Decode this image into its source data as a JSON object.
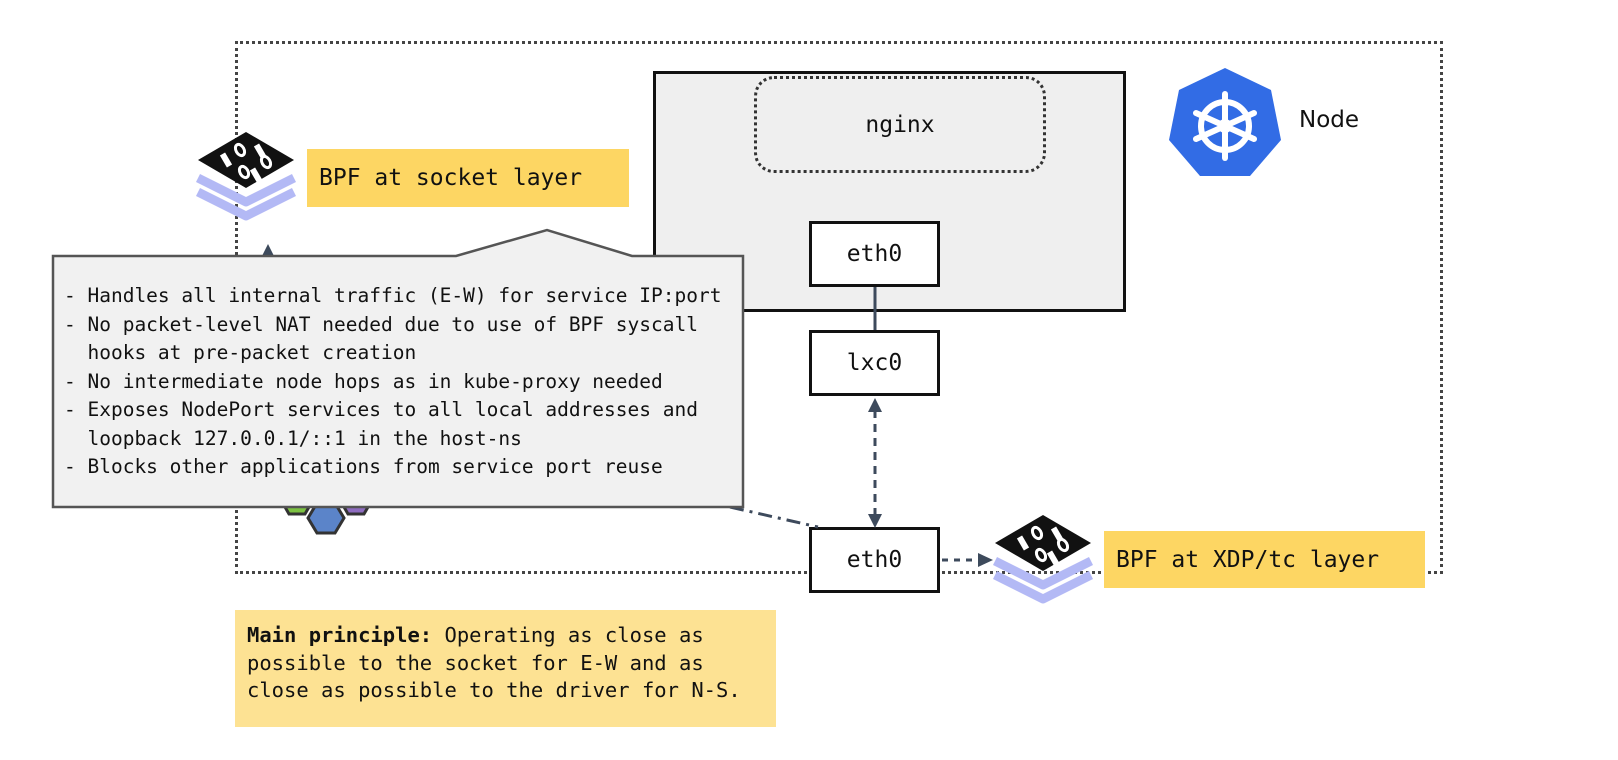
{
  "node": {
    "label": "Node"
  },
  "pod": {
    "app_label": "nginx",
    "pod_iface": "eth0",
    "lxc_iface": "lxc0"
  },
  "host": {
    "iface": "eth0"
  },
  "labels": {
    "socket_layer": "BPF at socket layer",
    "xdp_layer": "BPF at XDP/tc layer"
  },
  "callout": {
    "lines": [
      "- Handles all internal traffic (E-W) for service IP:port",
      "- No packet-level NAT needed due to use of BPF syscall",
      "  hooks at pre-packet creation",
      "- No intermediate node hops as in kube-proxy needed",
      "- Exposes NodePort services to all local addresses and",
      "  loopback 127.0.0.1/::1 in the host-ns",
      "- Blocks other applications from service port reuse"
    ]
  },
  "principle": {
    "heading": "Main principle:",
    "lines": [
      " Operating as close as",
      "possible to the socket for E-W and as",
      "close as possible to the driver for N-S."
    ]
  },
  "icons": {
    "bpf": "bpf-binary-stack-icon",
    "kubernetes": "kubernetes-helm-icon",
    "hexagons": "hexagon-cluster-icon"
  },
  "colors": {
    "label_bg": "#fdd663",
    "principle_bg": "#fde293",
    "pod_bg": "#efefef",
    "callout_bg": "#f1f1f1",
    "k8s_blue": "#326ce5",
    "bpf_layer": "#b3b9f5"
  }
}
